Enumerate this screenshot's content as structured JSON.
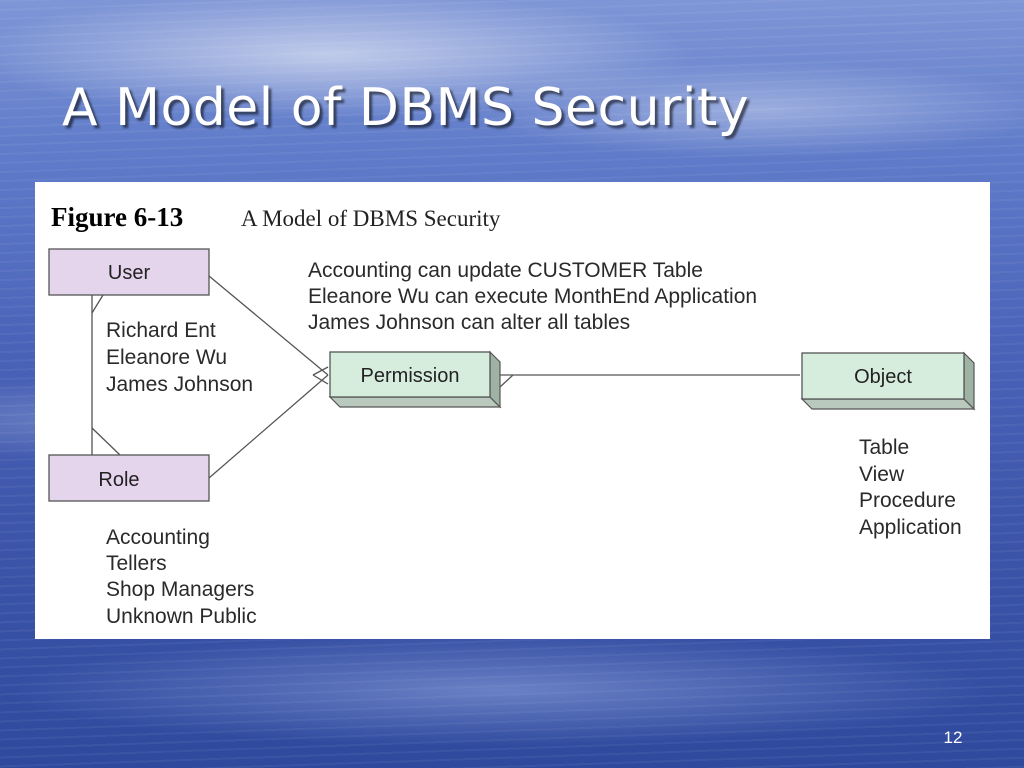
{
  "slide": {
    "title": "A Model of DBMS Security",
    "page_number": "12"
  },
  "figure": {
    "caption_number": "Figure 6-13",
    "caption_text": "A Model of DBMS Security",
    "nodes": {
      "user": "User",
      "role": "Role",
      "permission": "Permission",
      "object": "Object"
    },
    "user_examples": [
      "Richard Ent",
      "Eleanore Wu",
      "James Johnson"
    ],
    "role_examples": [
      "Accounting",
      "Tellers",
      "Shop Managers",
      "Unknown Public"
    ],
    "permission_examples": [
      "Accounting can update CUSTOMER Table",
      "Eleanore Wu can execute MonthEnd Application",
      "James Johnson can alter all tables"
    ],
    "object_examples": [
      "Table",
      "View",
      "Procedure",
      "Application"
    ]
  },
  "colors": {
    "user_role_fill": "#e4d4ec",
    "permission_object_fill": "#d6ecdd",
    "box_stroke": "#555555"
  }
}
